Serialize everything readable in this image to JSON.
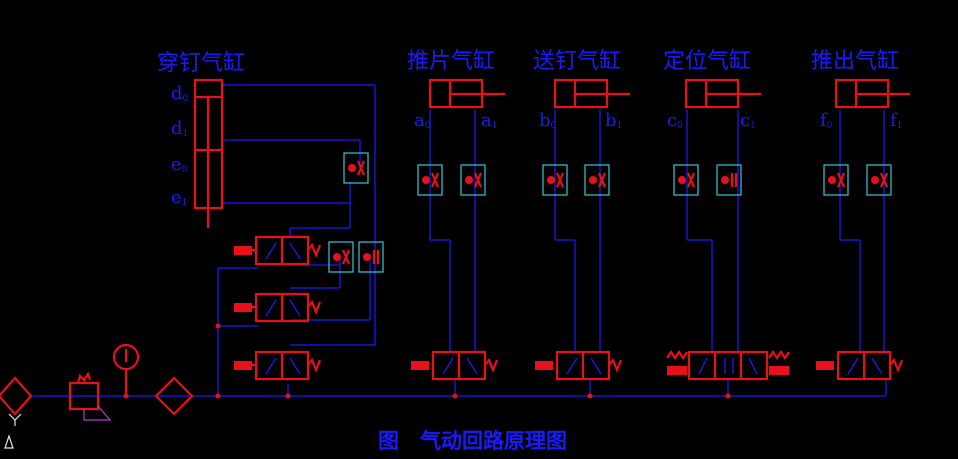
{
  "cylinders": {
    "nail_piercing": {
      "title": "穿钉气缸",
      "ports": [
        {
          "letter": "d",
          "sub": "0"
        },
        {
          "letter": "d",
          "sub": "1"
        },
        {
          "letter": "e",
          "sub": "0"
        },
        {
          "letter": "e",
          "sub": "1"
        }
      ]
    },
    "push_piece": {
      "title": "推片气缸",
      "ports": [
        {
          "letter": "a",
          "sub": "0"
        },
        {
          "letter": "a",
          "sub": "1"
        }
      ]
    },
    "nail_feed": {
      "title": "送钉气缸",
      "ports": [
        {
          "letter": "b",
          "sub": "0"
        },
        {
          "letter": "b",
          "sub": "1"
        }
      ]
    },
    "positioning": {
      "title": "定位气缸",
      "ports": [
        {
          "letter": "c",
          "sub": "0"
        },
        {
          "letter": "c",
          "sub": "1"
        }
      ]
    },
    "push_out": {
      "title": "推出气缸",
      "ports": [
        {
          "letter": "f",
          "sub": "0"
        },
        {
          "letter": "f",
          "sub": "1"
        }
      ]
    }
  },
  "caption": "图　气动回路原理图",
  "colors": {
    "background": "#000000",
    "pipe": "#1a1aff",
    "component": "#e8101a",
    "valve_box": "#35c8d8"
  }
}
